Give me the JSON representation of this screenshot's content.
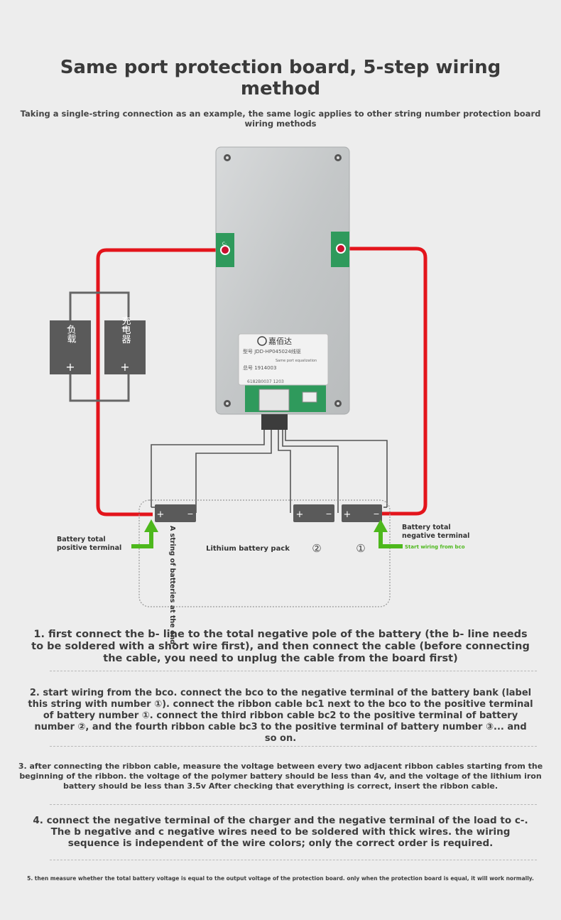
{
  "header": {
    "title": "Same port protection board, 5-step wiring method",
    "subtitle": "Taking a single-string connection as an example, the same logic applies to other string number protection board wiring methods"
  },
  "board": {
    "port_label": "C-",
    "brand": "嘉佰达",
    "model": "型号 JDD-HP045024线驱",
    "equalization": "Same port equalization",
    "serial": "总号 1914003",
    "barcode": "6182B0037  1203"
  },
  "loads": {
    "load_label": "负载",
    "charger_label": "充电器",
    "minus": "−",
    "plus": "+"
  },
  "battery_pack": {
    "pack_label": "Lithium battery pack",
    "string_label": "A string of batteries at the end",
    "cell2_label": "②",
    "cell1_label": "①",
    "plus": "+",
    "minus": "−",
    "positive_terminal": "Battery total positive terminal",
    "negative_terminal": "Battery total negative terminal",
    "start_note": "Start wiring from bco"
  },
  "steps": [
    "1. first connect the b- line to the total negative pole of the battery (the b- line needs to be soldered with a short wire first), and then connect the cable (before connecting the cable, you need to unplug the cable from the board first)",
    "2. start wiring from the bco. connect the bco to the negative terminal of the battery bank (label this string with number ①). connect the ribbon cable bc1 next to the bco to the positive terminal of battery number ①. connect the third ribbon cable bc2 to the positive terminal of battery number ②, and the fourth ribbon cable bc3 to the positive terminal of battery number ③... and so on.",
    "3. after connecting the ribbon cable, measure the voltage between every two adjacent ribbon cables starting from the beginning of the ribbon. the voltage of the polymer battery should be less than 4v, and the voltage of the lithium iron battery should be less than 3.5v After checking that everything is correct, insert the ribbon cable.",
    "4. connect the negative terminal of the charger and the negative terminal of the load to c-. The b negative and c negative wires need to be soldered with thick wires. the wiring sequence is independent of the wire colors; only the correct order is required.",
    "5. then measure whether the total battery voltage is equal to the output voltage of the protection board. only when the protection board is equal, it will work normally."
  ],
  "colors": {
    "wire_red": "#e3141b",
    "arrow_green": "#4db81c",
    "cell_gray": "#5a5a5a",
    "board_silver": "#c9cccd"
  }
}
